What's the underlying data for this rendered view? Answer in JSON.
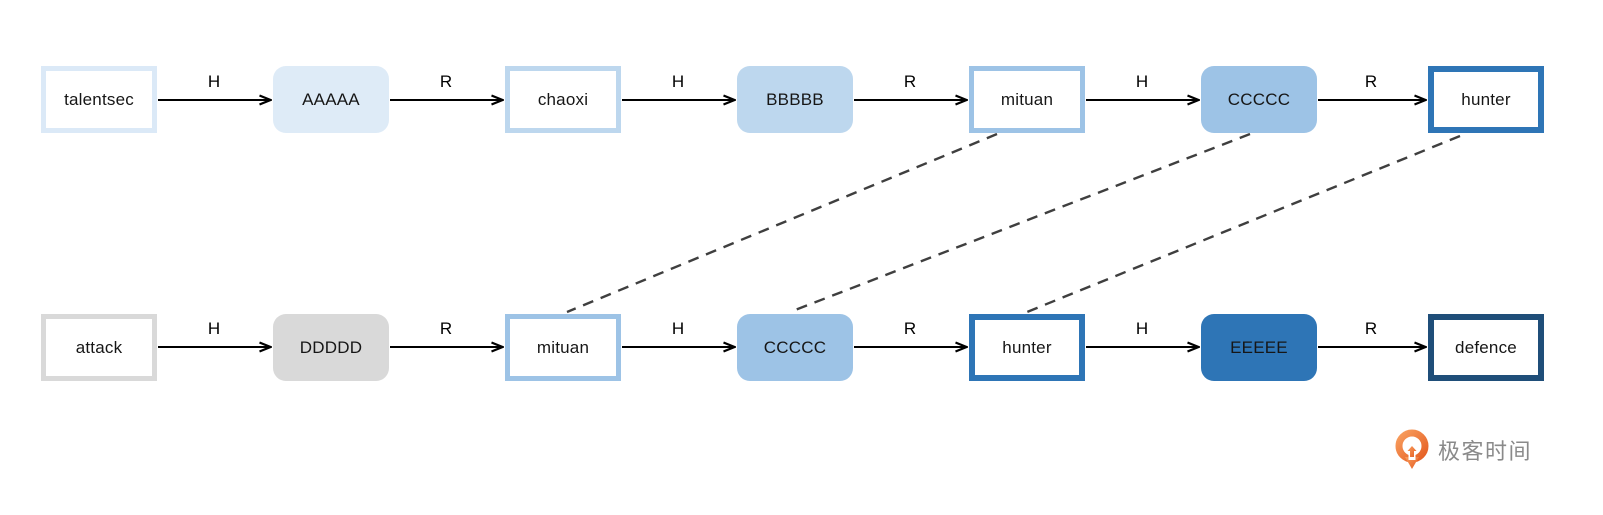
{
  "diagram": {
    "description_rows": 2,
    "edge_operation_labels": [
      "H",
      "R"
    ]
  },
  "palette": {
    "shade1_light_blue": "#deebf7",
    "shade2_blue": "#bdd7ee",
    "shade3_mid_blue": "#9dc3e6",
    "shade4_dark_blue": "#2e75b6",
    "shade5_navy": "#1f4e79",
    "gray": "#d9d9d9",
    "dash_color": "#3f3f3f",
    "arrow_color": "#000000"
  },
  "rows": [
    {
      "name": "top-chain",
      "nodes": [
        {
          "label": "talentsec",
          "kind": "outlined",
          "shade": "shade1_light_blue"
        },
        {
          "label": "AAAAA",
          "kind": "filled",
          "shade": "shade1_light_blue"
        },
        {
          "label": "chaoxi",
          "kind": "outlined",
          "shade": "shade2_blue"
        },
        {
          "label": "BBBBB",
          "kind": "filled",
          "shade": "shade2_blue"
        },
        {
          "label": "mituan",
          "kind": "outlined",
          "shade": "shade3_mid_blue"
        },
        {
          "label": "CCCCC",
          "kind": "filled",
          "shade": "shade3_mid_blue"
        },
        {
          "label": "hunter",
          "kind": "outlined",
          "shade": "shade4_dark_blue"
        }
      ],
      "edge_labels": [
        "H",
        "R",
        "H",
        "R",
        "H",
        "R"
      ]
    },
    {
      "name": "bottom-chain",
      "nodes": [
        {
          "label": "attack",
          "kind": "outlined",
          "shade": "gray"
        },
        {
          "label": "DDDDD",
          "kind": "filled",
          "shade": "gray"
        },
        {
          "label": "mituan",
          "kind": "outlined",
          "shade": "shade3_mid_blue"
        },
        {
          "label": "CCCCC",
          "kind": "filled",
          "shade": "shade3_mid_blue"
        },
        {
          "label": "hunter",
          "kind": "outlined",
          "shade": "shade4_dark_blue"
        },
        {
          "label": "EEEEE",
          "kind": "filled",
          "shade": "shade4_dark_blue"
        },
        {
          "label": "defence",
          "kind": "outlined",
          "shade": "shade5_navy"
        }
      ],
      "edge_labels": [
        "H",
        "R",
        "H",
        "R",
        "H",
        "R"
      ]
    }
  ],
  "dashed_links": [
    {
      "from": "top-chain.mituan",
      "to": "bottom-chain.mituan"
    },
    {
      "from": "top-chain.CCCCC",
      "to": "bottom-chain.CCCCC"
    },
    {
      "from": "top-chain.hunter",
      "to": "bottom-chain.hunter"
    }
  ],
  "logo": {
    "text": "极客时间",
    "icon": "geektime-logo-icon",
    "text_color": "#8a8a8a",
    "icon_color": "#ed6c2d"
  }
}
